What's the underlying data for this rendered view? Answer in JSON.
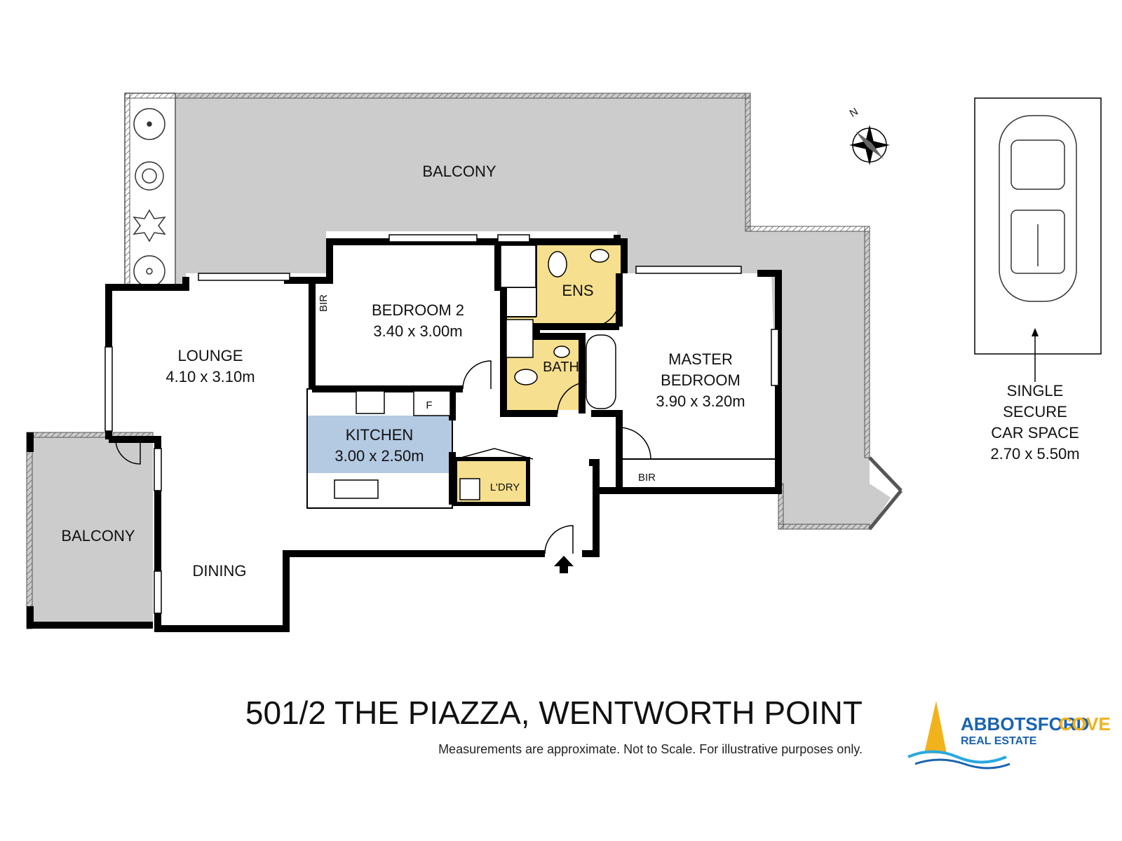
{
  "plan": {
    "rooms": [
      {
        "id": "balcony-top",
        "lines": [
          "BALCONY"
        ]
      },
      {
        "id": "bedroom-2",
        "lines": [
          "BEDROOM 2",
          "3.40 x 3.00m"
        ]
      },
      {
        "id": "ensuite",
        "lines": [
          "ENS"
        ]
      },
      {
        "id": "bath",
        "lines": [
          "BATH"
        ]
      },
      {
        "id": "master-bedroom",
        "lines": [
          "MASTER",
          "BEDROOM",
          "3.90 x 3.20m"
        ]
      },
      {
        "id": "lounge",
        "lines": [
          "LOUNGE",
          "4.10 x 3.10m"
        ]
      },
      {
        "id": "kitchen",
        "lines": [
          "KITCHEN",
          "3.00 x 2.50m"
        ]
      },
      {
        "id": "laundry",
        "lines": [
          "L'DRY"
        ]
      },
      {
        "id": "balcony-left",
        "lines": [
          "BALCONY"
        ]
      },
      {
        "id": "dining",
        "lines": [
          "DINING"
        ]
      }
    ],
    "bir_labels": {
      "bedroom2": "BIR",
      "master": "BIR"
    },
    "fridge_label": "F",
    "compass_label": "N",
    "car_space": {
      "lines": [
        "SINGLE",
        "SECURE",
        "CAR SPACE",
        "2.70 x 5.50m"
      ]
    }
  },
  "footer": {
    "address": "501/2 THE PIAZZA, WENTWORTH POINT",
    "disclaimer": "Measurements are approximate. Not to Scale. For illustrative purposes only."
  },
  "logo": {
    "line1_part1": "ABBOTSFORD",
    "line1_part2": "COVE",
    "line2": "REAL ESTATE"
  },
  "colors": {
    "wall": "#000000",
    "balcony": "#cccccc",
    "wet_area": "#f6df8e",
    "kitchen": "#b4c9e2",
    "logo_blue": "#1a63b0",
    "logo_yellow": "#f2b21c",
    "logo_water": "#29a8e0"
  }
}
